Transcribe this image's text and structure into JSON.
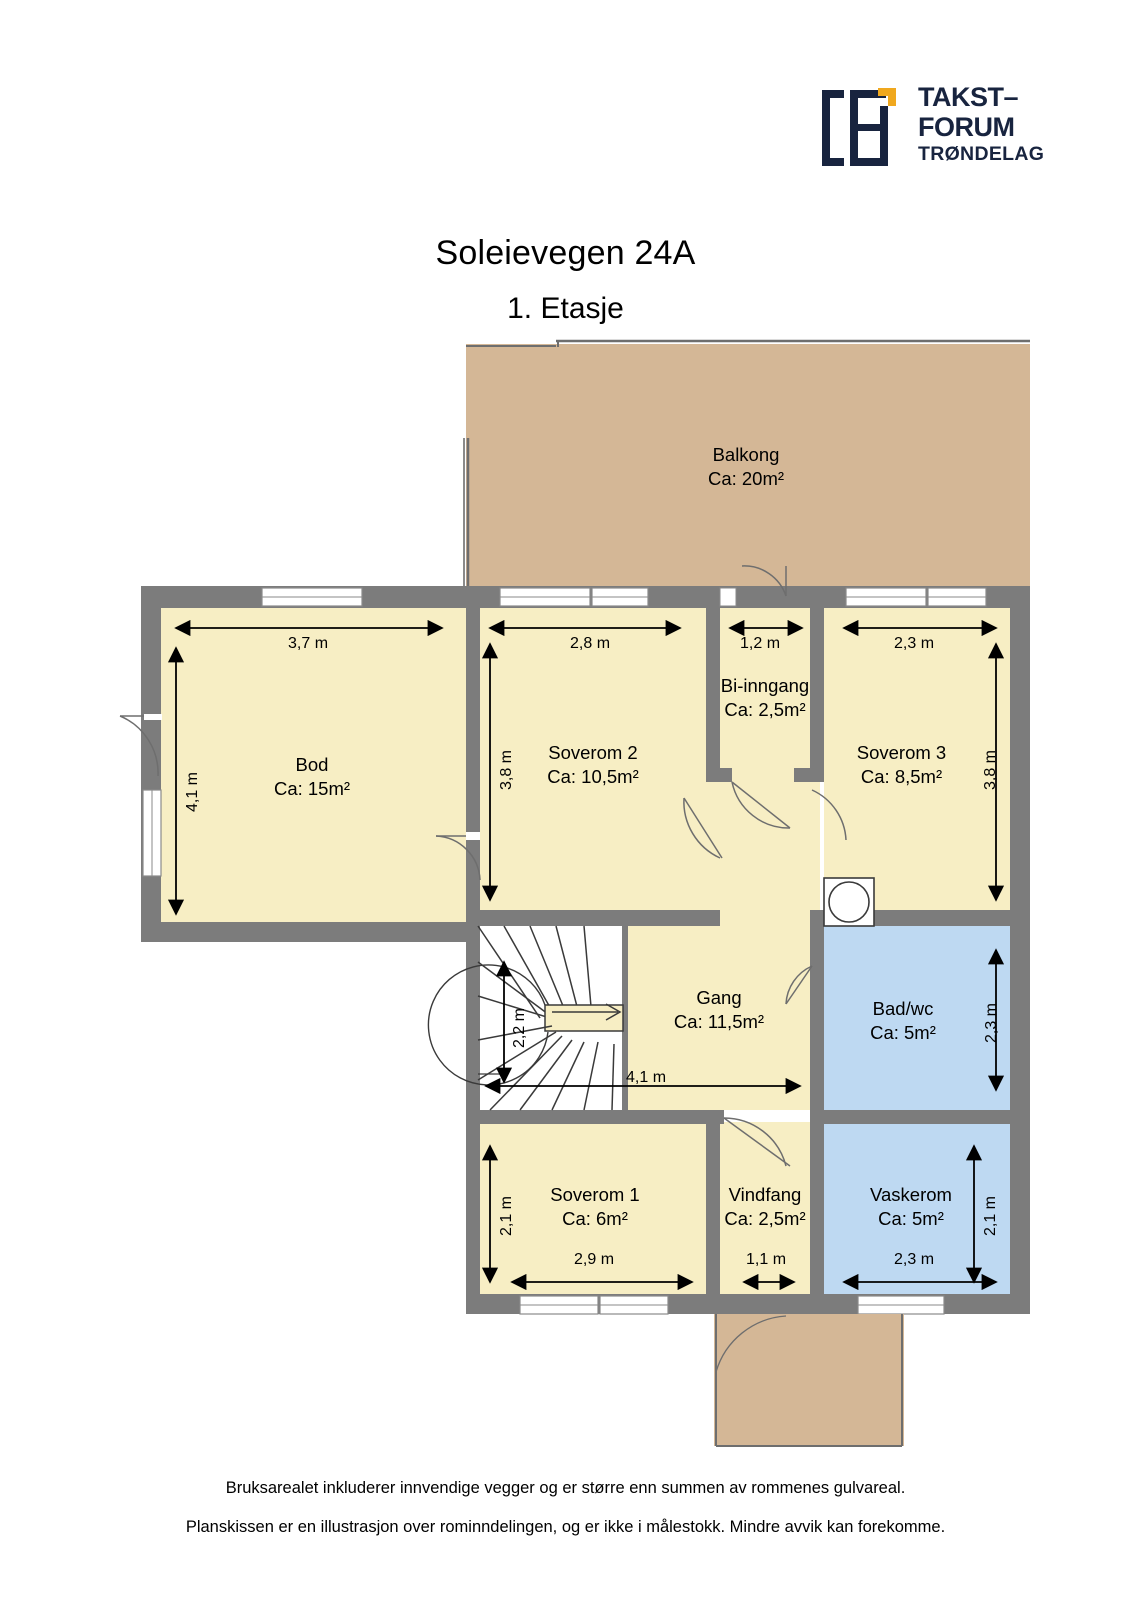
{
  "logo": {
    "line1": "TAKST–",
    "line2": "FORUM",
    "line3": "TRØNDELAG",
    "mark_color": "#18243f",
    "accent_color": "#f0a81e"
  },
  "header": {
    "title": "Soleievegen 24A",
    "subtitle": "1. Etasje"
  },
  "colors": {
    "wall": "#7c7c7c",
    "room_fill": "#f7eec4",
    "wet_fill": "#bed9f2",
    "balcony_fill": "#d4b796",
    "stair_fill": "#ffffff",
    "window_fill": "#ffffff",
    "line": "#3a3a3a"
  },
  "rooms": [
    {
      "id": "balkong",
      "name": "Balkong",
      "area": "Ca: 20m²",
      "fill": "balcony_fill"
    },
    {
      "id": "bod",
      "name": "Bod",
      "area": "Ca: 15m²",
      "fill": "room_fill"
    },
    {
      "id": "soverom2",
      "name": "Soverom 2",
      "area": "Ca: 10,5m²",
      "fill": "room_fill"
    },
    {
      "id": "bi-inngang",
      "name": "Bi-inngang",
      "area": "Ca: 2,5m²",
      "fill": "room_fill"
    },
    {
      "id": "soverom3",
      "name": "Soverom 3",
      "area": "Ca: 8,5m²",
      "fill": "room_fill"
    },
    {
      "id": "gang",
      "name": "Gang",
      "area": "Ca: 11,5m²",
      "fill": "room_fill"
    },
    {
      "id": "badwc",
      "name": "Bad/wc",
      "area": "Ca: 5m²",
      "fill": "wet_fill"
    },
    {
      "id": "soverom1",
      "name": "Soverom 1",
      "area": "Ca: 6m²",
      "fill": "room_fill"
    },
    {
      "id": "vindfang",
      "name": "Vindfang",
      "area": "Ca: 2,5m²",
      "fill": "room_fill"
    },
    {
      "id": "vaskerom",
      "name": "Vaskerom",
      "area": "Ca: 5m²",
      "fill": "wet_fill"
    }
  ],
  "dimensions": {
    "bod_w": "3,7 m",
    "bod_h": "4,1 m",
    "soverom2_w": "2,8 m",
    "soverom2_h": "3,8 m",
    "biinngang_w": "1,2 m",
    "soverom3_w": "2,3 m",
    "soverom3_h": "3,8 m",
    "gang_w": "4,1 m",
    "stair_h": "2,2 m",
    "badwc_h": "2,3 m",
    "soverom1_w": "2,9 m",
    "soverom1_h": "2,1 m",
    "vindfang_w": "1,1 m",
    "vaskerom_w": "2,3 m",
    "vaskerom_h": "2,1 m"
  },
  "footer": {
    "line1": "Bruksarealet inkluderer innvendige vegger og er større enn summen av rommenes gulvareal.",
    "line2": "Planskissen er en illustrasjon over rominndelingen, og er ikke i målestokk. Mindre avvik kan forekomme."
  }
}
